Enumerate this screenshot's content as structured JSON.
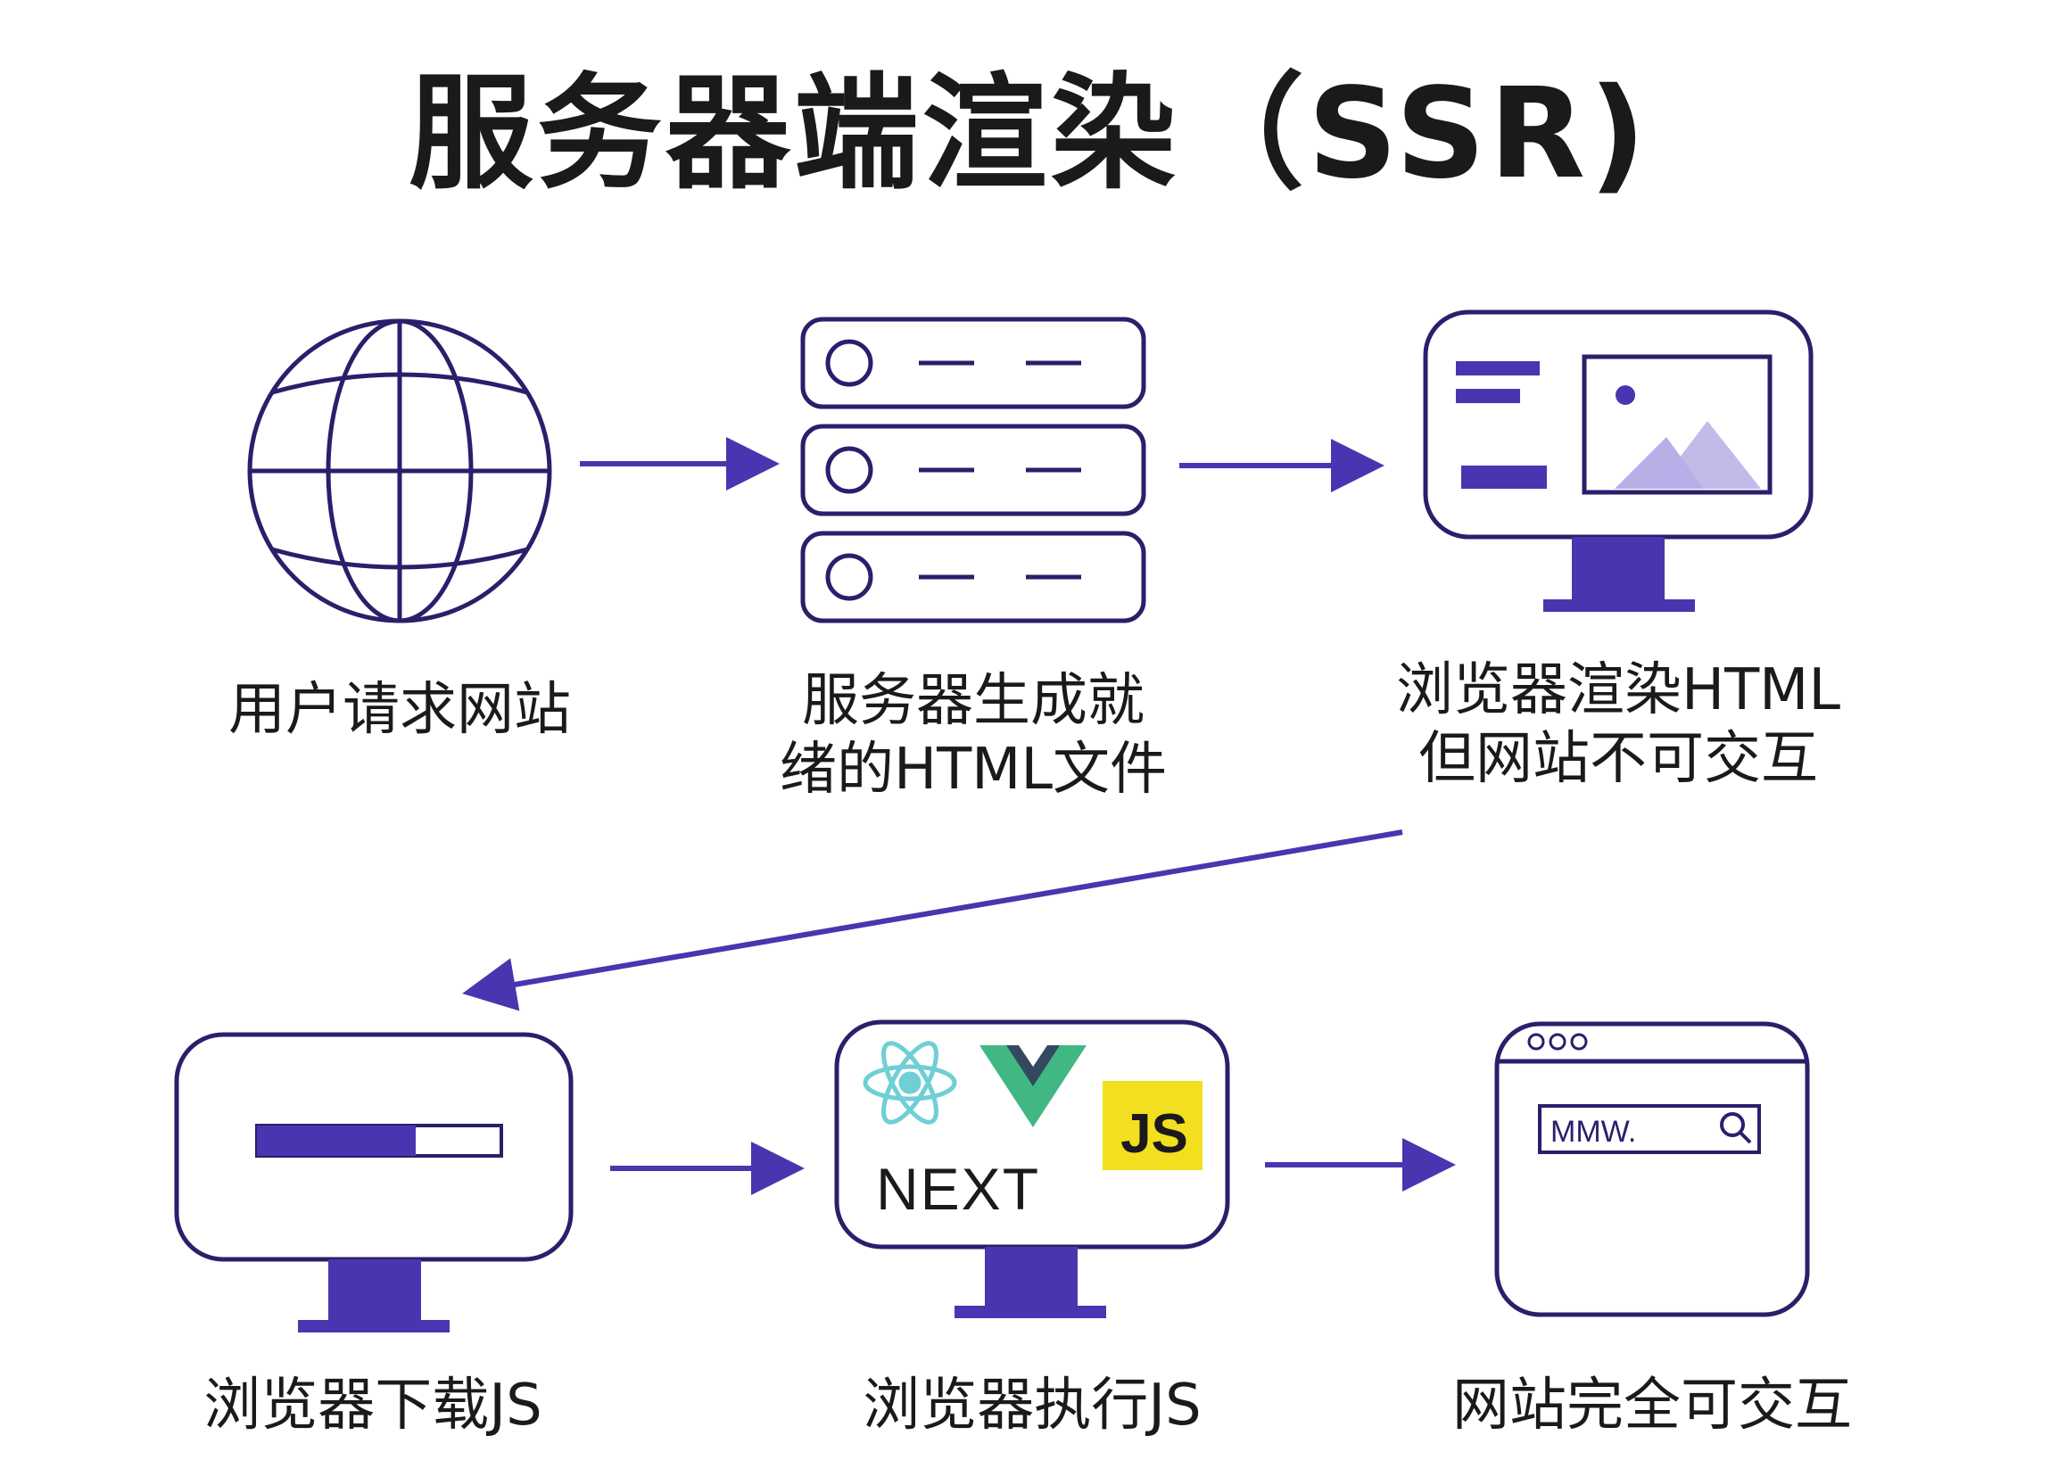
{
  "title": "服务器端渲染（SSR)",
  "colors": {
    "stroke": "#2a1f6b",
    "accent": "#4a35b0",
    "accent_light": "#b9aee6",
    "js_yellow": "#f2df1f",
    "vue_green": "#41b883",
    "vue_dark": "#35495e",
    "react_teal": "#6fcfd4"
  },
  "steps": [
    {
      "icon": "globe-icon",
      "lines": [
        "用户请求网站"
      ]
    },
    {
      "icon": "server-rack-icon",
      "lines": [
        "服务器生成就",
        "绪的HTML文件"
      ]
    },
    {
      "icon": "monitor-page-icon",
      "lines": [
        "浏览器渲染HTML",
        "但网站不可交互"
      ]
    },
    {
      "icon": "monitor-progress-icon",
      "lines": [
        "浏览器下载JS"
      ]
    },
    {
      "icon": "monitor-frameworks-icon",
      "lines": [
        "浏览器执行JS"
      ]
    },
    {
      "icon": "browser-window-icon",
      "lines": [
        "网站完全可交互"
      ]
    }
  ],
  "logos": {
    "next": "NEXT",
    "js": "JS",
    "url_text": "MMW."
  }
}
